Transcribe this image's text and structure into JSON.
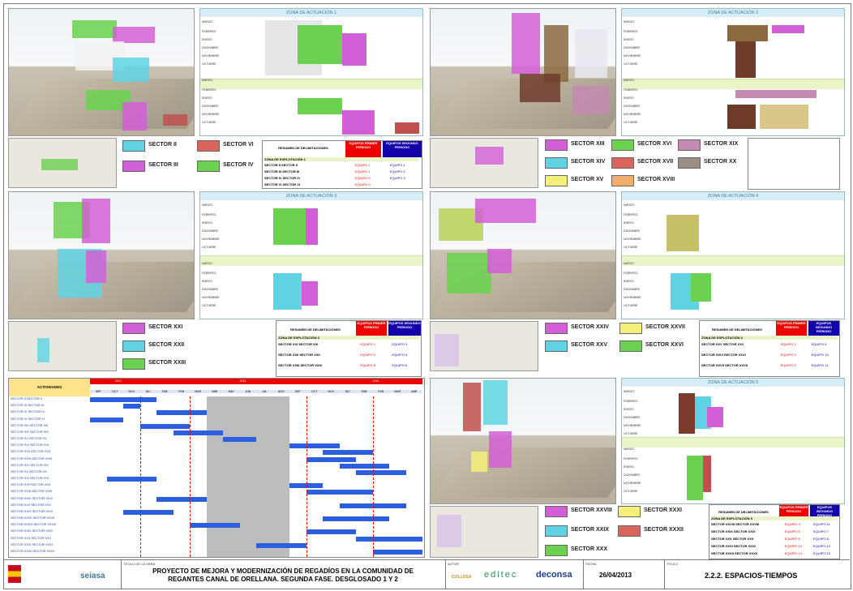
{
  "zones": [
    {
      "title": "ZONA DE ACTUACIÓN 1"
    },
    {
      "title": "ZONA DE ACTUACIÓN 2"
    },
    {
      "title": "ZONA DE ACTUACIÓN 3"
    },
    {
      "title": "ZONA DE ACTUACIÓN 4"
    },
    {
      "title": "ZONA DE ACTUACIÓN 5"
    }
  ],
  "panel_rows": [
    "MARZO",
    "FEBRERO",
    "ENERO",
    "DICIEMBRE",
    "NOVIEMBRE",
    "OCTUBRE"
  ],
  "legend1": [
    {
      "label": "SECTOR II",
      "color": "#5fd3e3"
    },
    {
      "label": "SECTOR VI",
      "color": "#d9655c"
    },
    {
      "label": "SECTOR III",
      "color": "#d35fd6"
    },
    {
      "label": "SECTOR IV",
      "color": "#6ad24f"
    }
  ],
  "legend2": [
    {
      "label": "SECTOR XIII",
      "color": "#d35fd6"
    },
    {
      "label": "SECTOR XVI",
      "color": "#6ad24f"
    },
    {
      "label": "SECTOR XIX",
      "color": "#c48ab3"
    },
    {
      "label": "SECTOR XIV",
      "color": "#5fd3e3"
    },
    {
      "label": "SECTOR XVII",
      "color": "#d9655c"
    },
    {
      "label": "SECTOR XX",
      "color": "#9a8f82"
    },
    {
      "label": "SECTOR XV",
      "color": "#f4f07a"
    },
    {
      "label": "SECTOR XVIII",
      "color": "#f3ad6a"
    }
  ],
  "legend3": [
    {
      "label": "SECTOR XXI",
      "color": "#d35fd6"
    },
    {
      "label": "SECTOR XXII",
      "color": "#5fd3e3"
    },
    {
      "label": "SECTOR XXIII",
      "color": "#6ad24f"
    }
  ],
  "legend4": [
    {
      "label": "SECTOR XXIV",
      "color": "#d35fd6"
    },
    {
      "label": "SECTOR XXVII",
      "color": "#f4f07a"
    },
    {
      "label": "SECTOR XXV",
      "color": "#5fd3e3"
    },
    {
      "label": "SECTOR XXVI",
      "color": "#6ad24f"
    }
  ],
  "legend5": [
    {
      "label": "SECTOR XXVIII",
      "color": "#d35fd6"
    },
    {
      "label": "SECTOR XXXI",
      "color": "#f4f07a"
    },
    {
      "label": "SECTOR XXIX",
      "color": "#5fd3e3"
    },
    {
      "label": "SECTOR XXXII",
      "color": "#d9655c"
    },
    {
      "label": "SECTOR XXX",
      "color": "#6ad24f"
    }
  ],
  "summary": {
    "title": "RESUMEN DE DELIMITACIONES",
    "col1": "EQUIPOS PRIMER PERIODO",
    "col2": "EQUIPOS SEGUNDO PERIODO",
    "s1": {
      "zone": "ZONA DE EXPLOTACIÓN 1",
      "rows": [
        {
          "name": "SECTOR II SECTOR II",
          "a": "EQUIPO 1",
          "b": "EQUIPO 1"
        },
        {
          "name": "SECTOR III SECTOR III",
          "a": "EQUIPO 1",
          "b": "EQUIPO 2"
        },
        {
          "name": "SECTOR IV SECTOR IV",
          "a": "EQUIPO 5",
          "b": "EQUIPO 3"
        },
        {
          "name": "SECTOR VI SECTOR VI",
          "a": "EQUIPO 9",
          "b": "-"
        }
      ]
    },
    "s3": {
      "zone": "ZONA DE EXPLOTACIÓN 3",
      "rows": [
        {
          "name": "SECTOR XXI SECTOR XXI",
          "a": "EQUIPO 1",
          "b": "EQUIPO 3"
        },
        {
          "name": "SECTOR XXII SECTOR XXII",
          "a": "EQUIPO 2",
          "b": "EQUIPO 4"
        },
        {
          "name": "SECTOR XXIII SECTOR XXIII",
          "a": "EQUIPO 5",
          "b": "EQUIPO 6"
        }
      ]
    },
    "s4": {
      "zone": "ZONA DE EXPLOTACIÓN 4",
      "rows": [
        {
          "name": "SECTOR XXV SECTOR XXV",
          "a": "EQUIPO 1",
          "b": "EQUIPO 8"
        },
        {
          "name": "SECTOR XXVI SECTOR XXVI",
          "a": "EQUIPO 3",
          "b": "EQUIPO 10"
        },
        {
          "name": "SECTOR XXVII SECTOR XXVII",
          "a": "EQUIPO 9",
          "b": "EQUIPO 11"
        }
      ]
    },
    "s5": {
      "zone": "ZONA DE EXPLOTACIÓN 5",
      "rows": [
        {
          "name": "SECTOR XXVIII SECTOR XXVIII",
          "a": "EQUIPO 3",
          "b": "EQUIPO 11"
        },
        {
          "name": "SECTOR XXIX SECTOR XXIX",
          "a": "EQUIPO 5",
          "b": "EQUIPO 7"
        },
        {
          "name": "SECTOR XXX SECTOR XXX",
          "a": "EQUIPO 6",
          "b": "EQUIPO 8"
        },
        {
          "name": "SECTOR XXXI SECTOR XXXI",
          "a": "EQUIPO 10",
          "b": "EQUIPO 12"
        },
        {
          "name": "SECTOR XXXII SECTOR XXXII",
          "a": "EQUIPO 13",
          "b": "EQUIPO 13"
        }
      ]
    }
  },
  "gantt": {
    "activities_header": "ACTIVIDADES",
    "years": [
      "2013",
      "2014",
      "2015"
    ],
    "months": [
      "SEP",
      "OCT",
      "NOV",
      "DIC",
      "ENE",
      "FEB",
      "MAR",
      "ABR",
      "MAY",
      "JUN",
      "JUL",
      "AGO",
      "SEP",
      "OCT",
      "NOV",
      "DIC",
      "ENE",
      "FEB",
      "MAR",
      "ABR"
    ],
    "rows": [
      "SECTOR II SECTOR II",
      "SECTOR III SECTOR III",
      "SECTOR IV SECTOR IV",
      "SECTOR VI SECTOR VI",
      "SECTOR XIII SECTOR XIII",
      "SECTOR XIV SECTOR XIV",
      "SECTOR XV SECTOR XV",
      "SECTOR XVI SECTOR XVI",
      "SECTOR XVII SECTOR XVII",
      "SECTOR XVIII SECTOR XVIII",
      "SECTOR XIX SECTOR XIX",
      "SECTOR XX SECTOR XX",
      "SECTOR XXI SECTOR XXI",
      "SECTOR XXII SECTOR XXII",
      "SECTOR XXIII SECTOR XXIII",
      "SECTOR XXIV SECTOR XXIV",
      "SECTOR XXV SECTOR XXV",
      "SECTOR XXVI SECTOR XXVI",
      "SECTOR XXVII SECTOR XXVII",
      "SECTOR XXVIII SECTOR XXVIII",
      "SECTOR XXIX SECTOR XXIX",
      "SECTOR XXX SECTOR XXX",
      "SECTOR XXXI SECTOR XXXI",
      "SECTOR XXXII SECTOR XXXII"
    ]
  },
  "title_block": {
    "obra_label": "TITULO DE LA OBRA",
    "obra_title": "PROYECTO DE MEJORA Y MODERNIZACIÓN DE REGADÍOS EN LA COMUNIDAD DE REGANTES CANAL DE ORELLANA. SEGUNDA FASE. DESGLOSADO 1 Y 2",
    "autor_label": "AUTOR",
    "fecha_label": "FECHA",
    "fecha": "26/04/2013",
    "titulo_label": "TITULO",
    "titulo": "2.2.2. ESPACIOS-TIEMPOS",
    "logo_seiasa": "seiasa",
    "logo_editec": "editec",
    "logo_deconsa": "deconsa",
    "logo_collosa": "COLLOSA"
  }
}
